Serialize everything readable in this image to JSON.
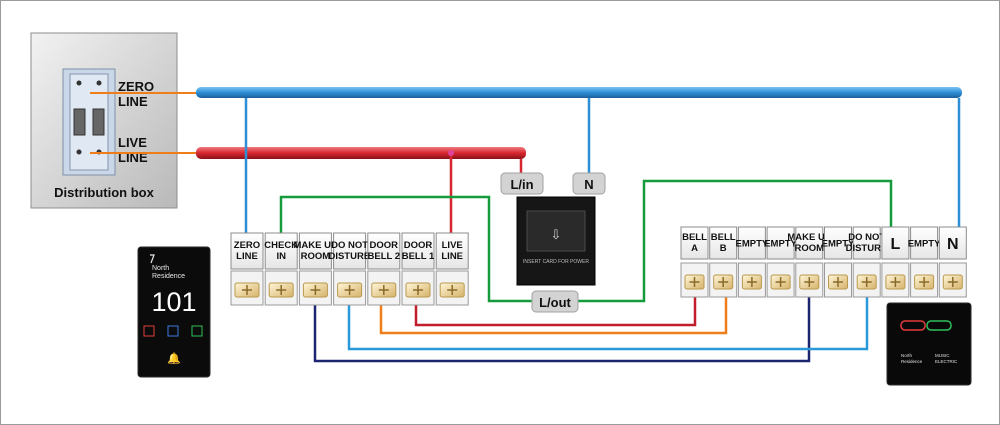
{
  "distribution_box": {
    "title": "Distribution box",
    "zero_line_label": [
      "ZERO",
      "LINE"
    ],
    "live_line_label": [
      "LIVE",
      "LINE"
    ]
  },
  "left_terminal_block": [
    [
      "ZERO",
      "LINE"
    ],
    [
      "CHECK",
      "IN"
    ],
    [
      "MAKE UP",
      "ROOM"
    ],
    [
      "DO NOT",
      "DISTURB"
    ],
    [
      "DOOR",
      "BELL 2"
    ],
    [
      "DOOR",
      "BELL 1"
    ],
    [
      "LIVE",
      "LINE"
    ]
  ],
  "right_terminal_block": [
    [
      "BELL",
      "A"
    ],
    [
      "BELL",
      "B"
    ],
    [
      "EMPTY"
    ],
    [
      "EMPTY"
    ],
    [
      "MAKE UP",
      "ROOM"
    ],
    [
      "EMPTY"
    ],
    [
      "DO NOT",
      "DISTURB"
    ],
    [
      "L"
    ],
    [
      "EMPTY"
    ],
    [
      "N"
    ]
  ],
  "switch_tags": {
    "l_in": "L/in",
    "n": "N",
    "l_out": "L/out"
  },
  "card_switch": {
    "caption": "INSERT CARD FOR POWER"
  },
  "doorplate": {
    "brand_line1": "North",
    "brand_line2": "Residence",
    "room_number": "101"
  },
  "doorbell_panel": {
    "brand_line1": "North",
    "brand_line2": "Residence",
    "status_line1": "MUSIC",
    "status_line2": "ELECTRIC"
  },
  "wire_colors": {
    "zero": "#2e8fd6",
    "live": "#d8262f",
    "checkin": "#169b3c",
    "bell2": "#ef7d1a",
    "bell1": "#c21d2b",
    "makeup": "#1d2570",
    "dnd": "#2a99d8"
  }
}
